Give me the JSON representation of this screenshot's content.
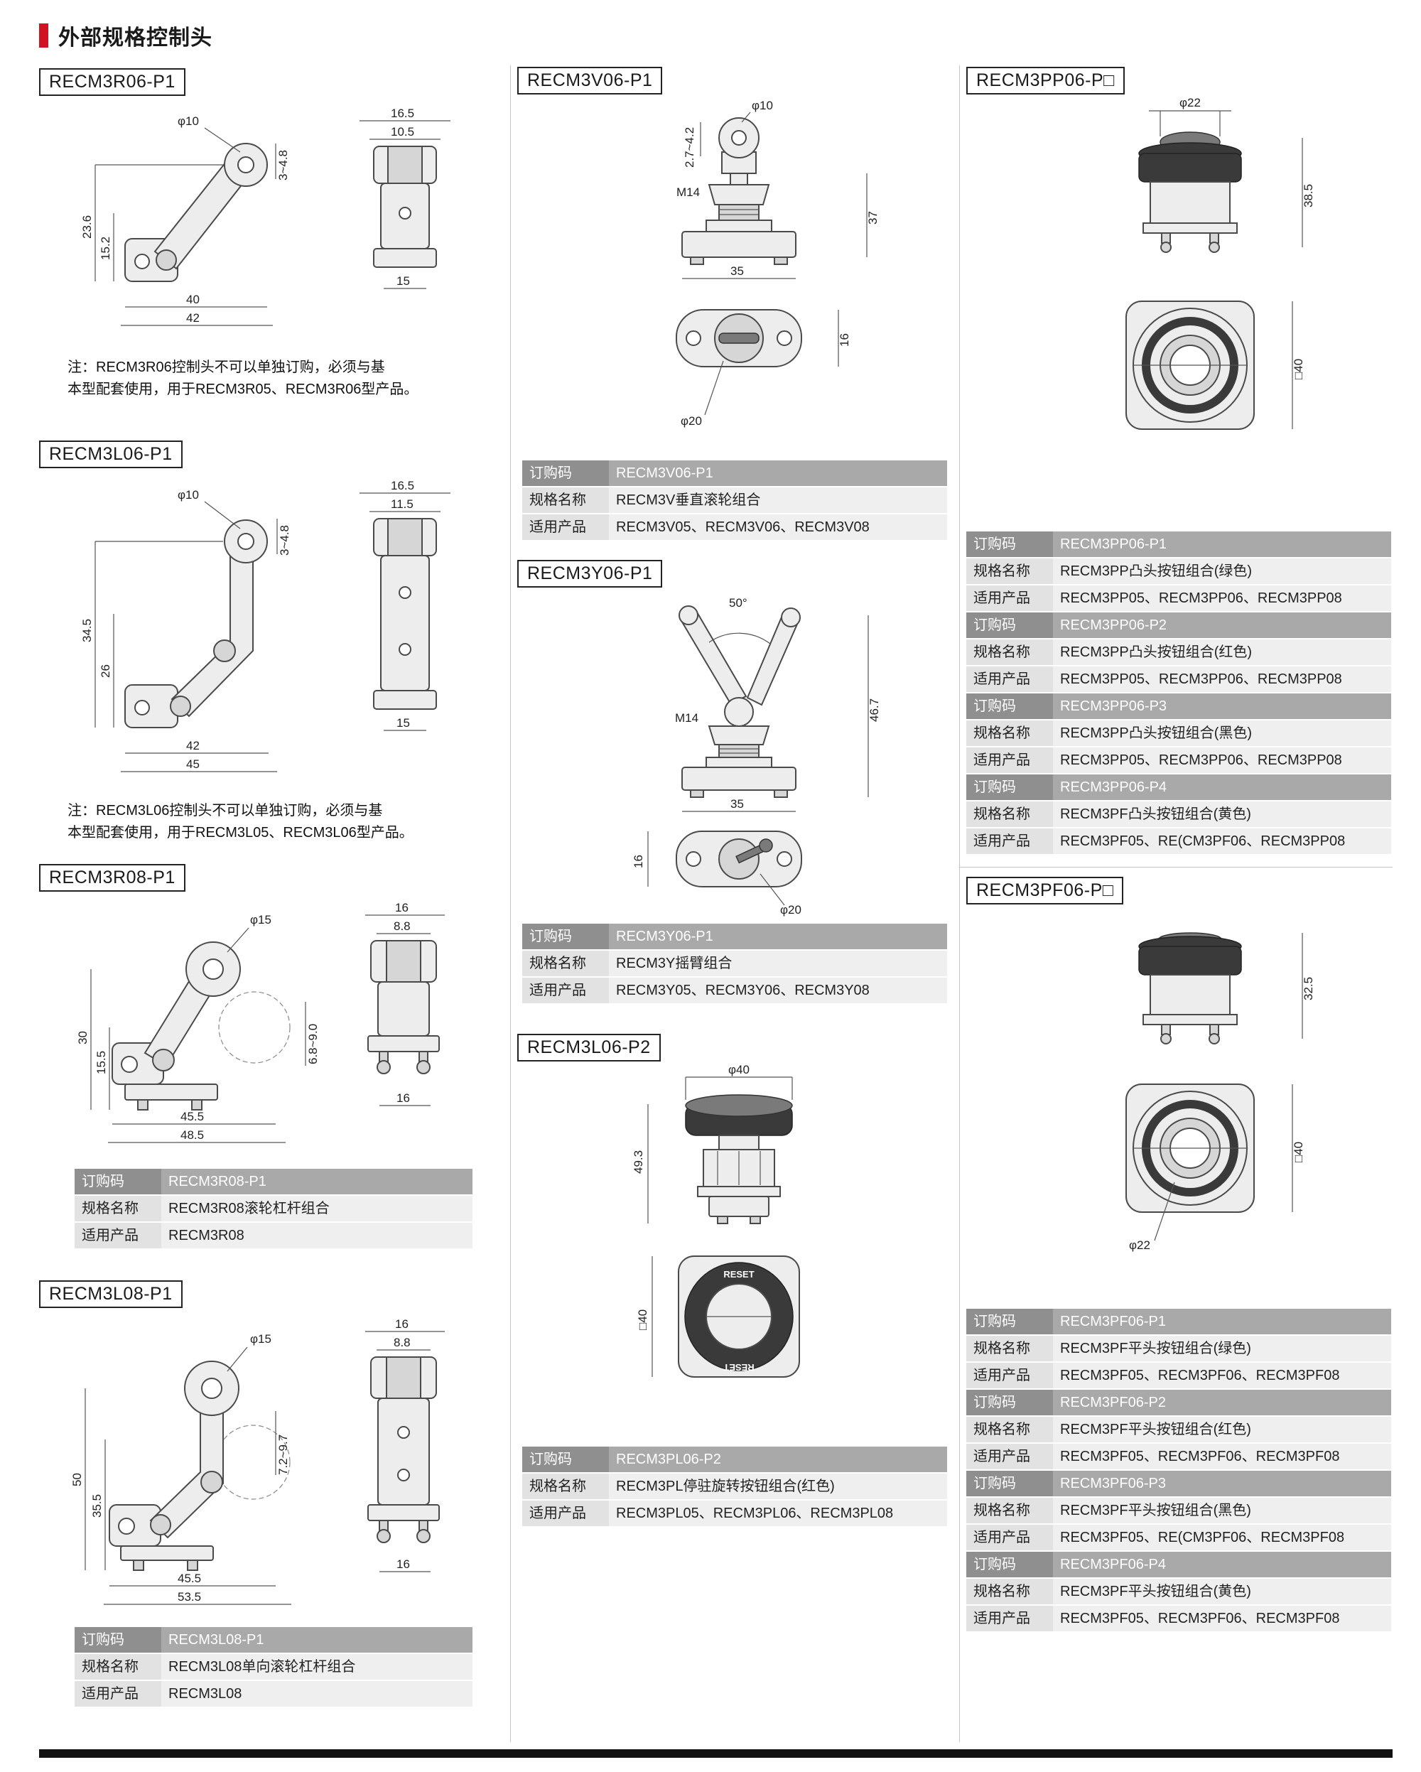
{
  "page": {
    "title": "外部规格控制头"
  },
  "labels": {
    "order_code": "订购码",
    "spec_name": "规格名称",
    "applicable": "适用产品"
  },
  "sections": {
    "r06": {
      "label": "RECM3R06-P1",
      "note1": "注：RECM3R06控制头不可以单独订购，必须与基",
      "note2": "本型配套使用，用于RECM3R05、RECM3R06型产品。"
    },
    "l06": {
      "label": "RECM3L06-P1",
      "note1": "注：RECM3L06控制头不可以单独订购，必须与基",
      "note2": "本型配套使用，用于RECM3L05、RECM3L06型产品。"
    },
    "r08": {
      "label": "RECM3R08-P1",
      "code": "RECM3R08-P1",
      "name": "RECM3R08滚轮杠杆组合",
      "products": "RECM3R08"
    },
    "l08": {
      "label": "RECM3L08-P1",
      "code": "RECM3L08-P1",
      "name": "RECM3L08单向滚轮杠杆组合",
      "products": "RECM3L08"
    },
    "v06": {
      "label": "RECM3V06-P1",
      "code": "RECM3V06-P1",
      "name": "RECM3V垂直滚轮组合",
      "products": "RECM3V05、RECM3V06、RECM3V08"
    },
    "y06": {
      "label": "RECM3Y06-P1",
      "code": "RECM3Y06-P1",
      "name": "RECM3Y摇臂组合",
      "products": "RECM3Y05、RECM3Y06、RECM3Y08"
    },
    "l06p2": {
      "label": "RECM3L06-P2",
      "code": "RECM3PL06-P2",
      "name": "RECM3PL停驻旋转按钮组合(红色)",
      "products": "RECM3PL05、RECM3PL06、RECM3PL08"
    },
    "pp": {
      "label": "RECM3PP06-P□",
      "rows": [
        {
          "code": "RECM3PP06-P1",
          "name": "RECM3PP凸头按钮组合(绿色)",
          "products": "RECM3PP05、RECM3PP06、RECM3PP08"
        },
        {
          "code": "RECM3PP06-P2",
          "name": "RECM3PP凸头按钮组合(红色)",
          "products": "RECM3PP05、RECM3PP06、RECM3PP08"
        },
        {
          "code": "RECM3PP06-P3",
          "name": "RECM3PP凸头按钮组合(黑色)",
          "products": "RECM3PP05、RECM3PP06、RECM3PP08"
        },
        {
          "code": "RECM3PP06-P4",
          "name": "RECM3PF凸头按钮组合(黄色)",
          "products": "RECM3PF05、RE(CM3PF06、RECM3PP08"
        }
      ]
    },
    "pf": {
      "label": "RECM3PF06-P□",
      "rows": [
        {
          "code": "RECM3PF06-P1",
          "name": "RECM3PF平头按钮组合(绿色)",
          "products": "RECM3PF05、RECM3PF06、RECM3PF08"
        },
        {
          "code": "RECM3PF06-P2",
          "name": "RECM3PF平头按钮组合(红色)",
          "products": "RECM3PF05、RECM3PF06、RECM3PF08"
        },
        {
          "code": "RECM3PF06-P3",
          "name": "RECM3PF平头按钮组合(黑色)",
          "products": "RECM3PF05、RE(CM3PF06、RECM3PF08"
        },
        {
          "code": "RECM3PF06-P4",
          "name": "RECM3PF平头按钮组合(黄色)",
          "products": "RECM3PF05、RECM3PF06、RECM3PF08"
        }
      ]
    }
  },
  "dims": {
    "r06": [
      "16.5",
      "10.5",
      "φ10",
      "3~4.8",
      "23.6",
      "15.2",
      "40",
      "42",
      "15"
    ],
    "l06": [
      "16.5",
      "11.5",
      "φ10",
      "3~4.8",
      "34.5",
      "26",
      "42",
      "45",
      "15"
    ],
    "r08": [
      "16",
      "8.8",
      "φ15",
      "30",
      "15.5",
      "6.8~9.0",
      "45.5",
      "48.5",
      "16"
    ],
    "l08": [
      "16",
      "8.8",
      "φ15",
      "7.2~9.7",
      "50",
      "35.5",
      "45.5",
      "53.5",
      "16"
    ],
    "v06": [
      "φ10",
      "2.7~4.2",
      "M14",
      "37",
      "35",
      "16",
      "φ20"
    ],
    "y06": [
      "50°",
      "M14",
      "46.7",
      "35",
      "16",
      "φ20"
    ],
    "l06p2": [
      "φ40",
      "49.3",
      "□40",
      "RESET"
    ],
    "pp": [
      "φ22",
      "38.5",
      "□40"
    ],
    "pf": [
      "32.5",
      "□40",
      "φ22"
    ]
  },
  "colors": {
    "accent_red": "#cf1322",
    "table_head_label": "#8f8f8f",
    "table_head_value": "#a9a9a9",
    "table_row": "#ececec"
  }
}
